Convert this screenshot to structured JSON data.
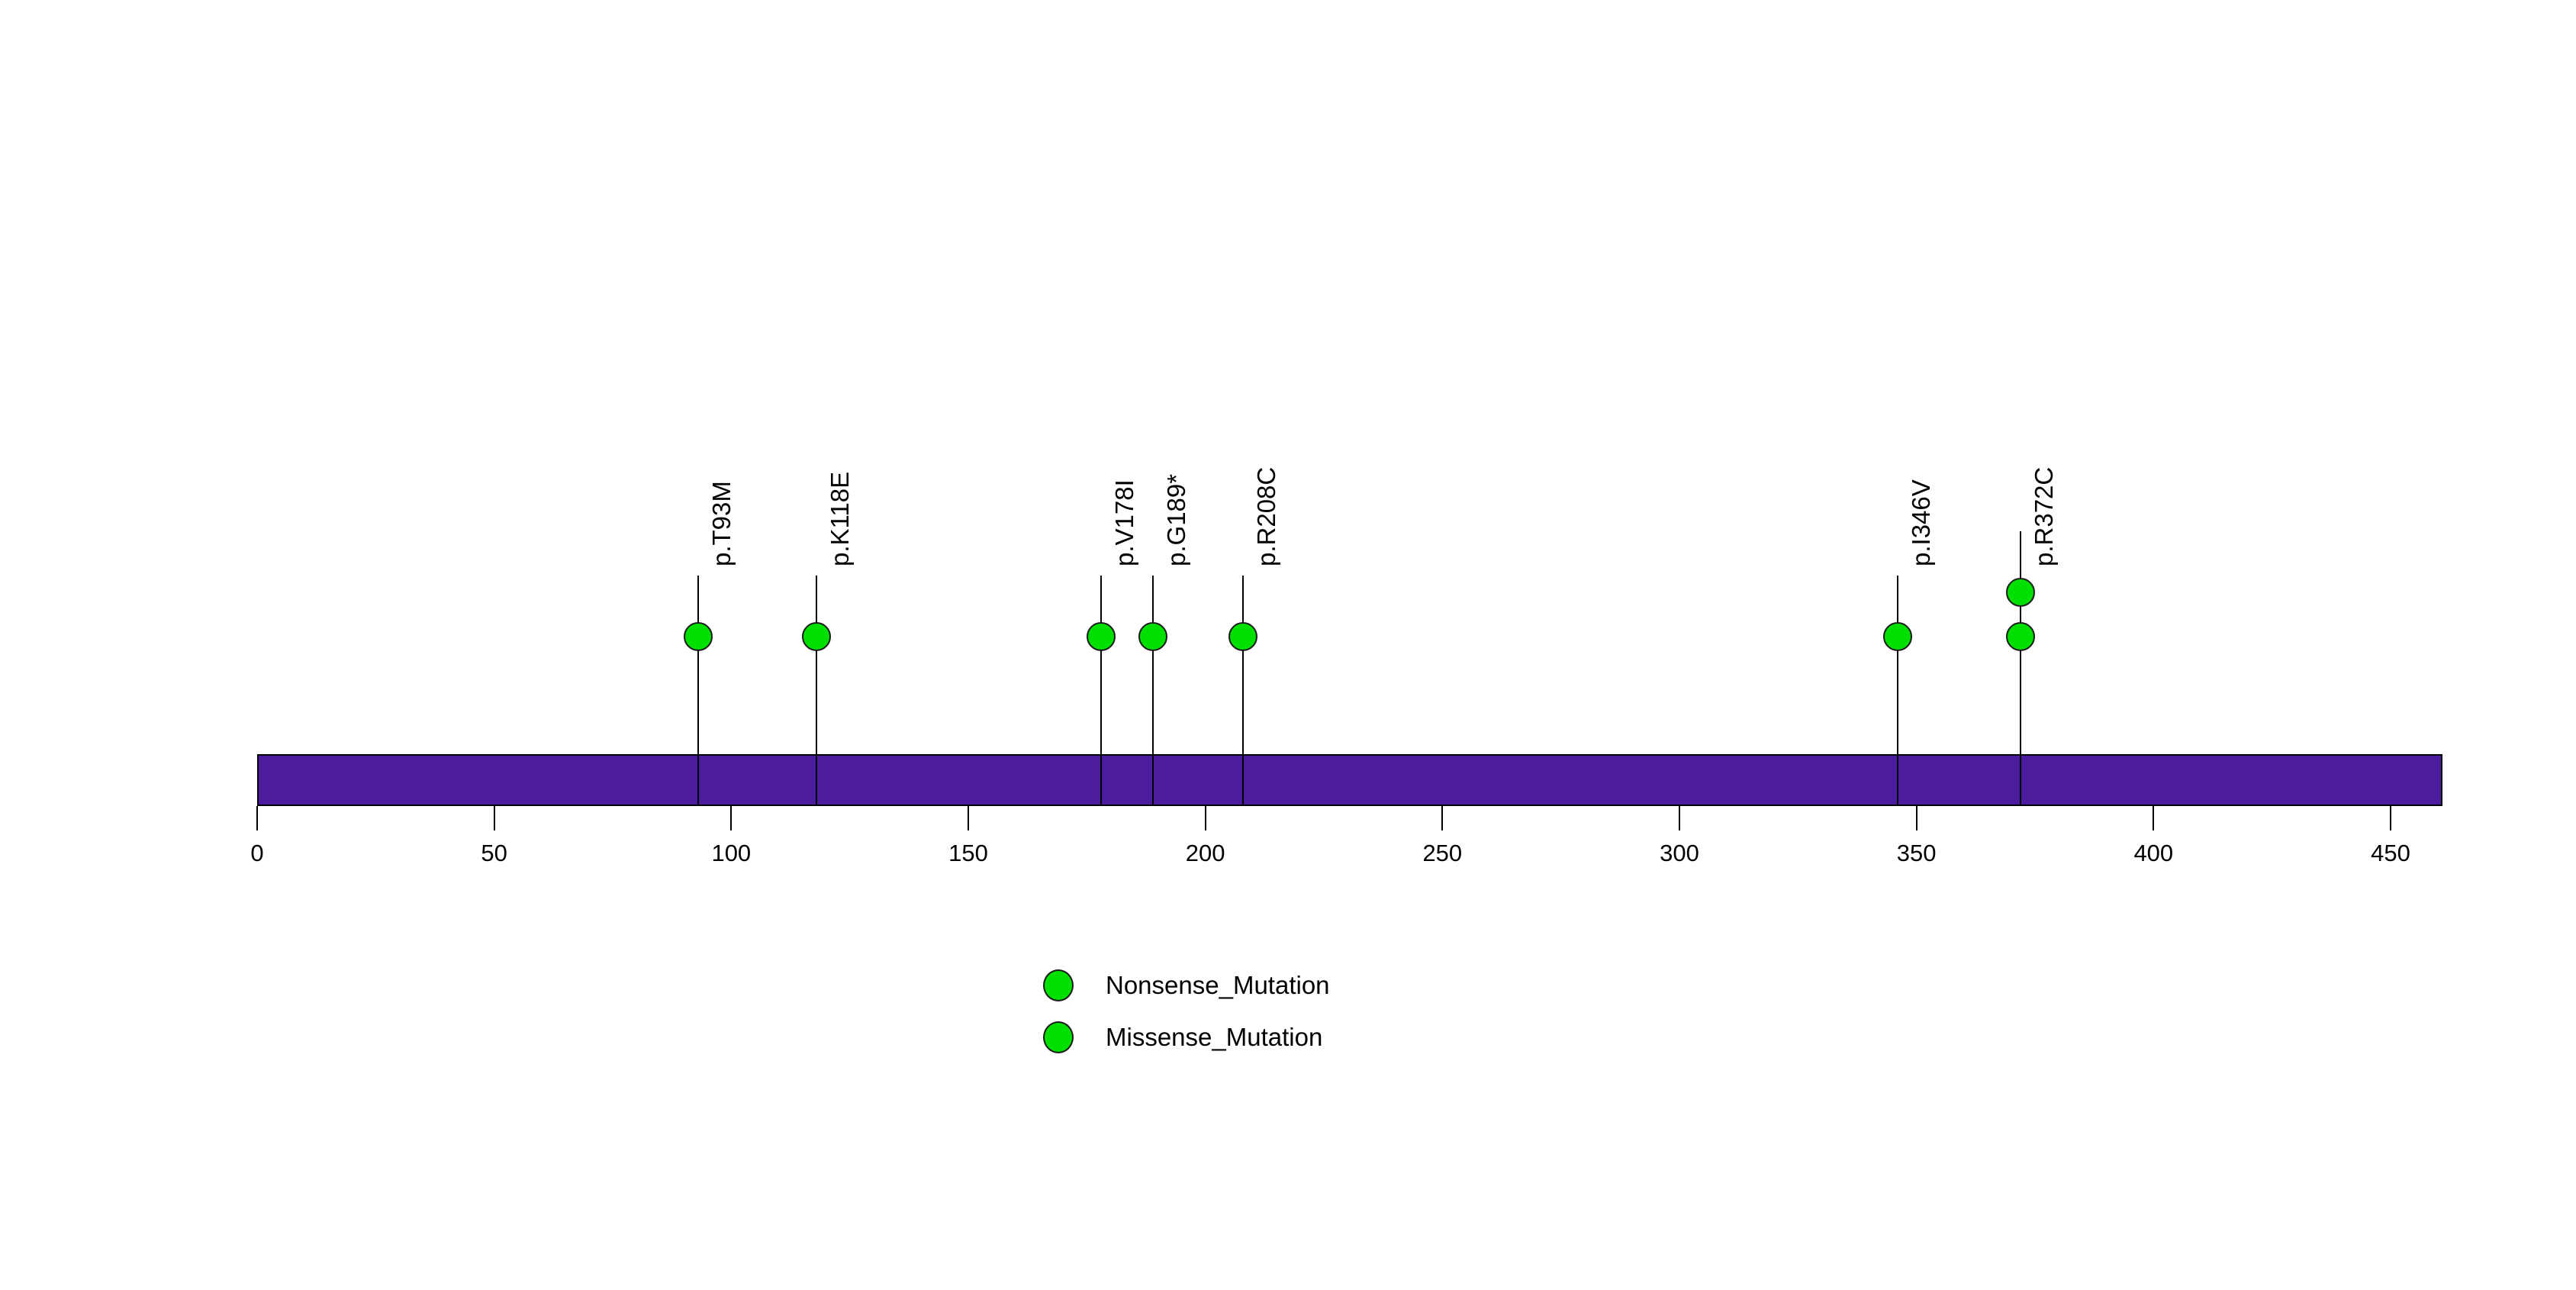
{
  "chart_data": {
    "type": "lollipop",
    "title": "",
    "xlabel": "",
    "ylabel": "",
    "xlim": [
      0,
      461
    ],
    "axis_ticks": [
      0,
      50,
      100,
      150,
      200,
      250,
      300,
      350,
      400,
      450
    ],
    "axis_tick_labels": [
      "0",
      "50",
      "100",
      "150",
      "200",
      "250",
      "300",
      "350",
      "400",
      "450"
    ],
    "protein_length": 461,
    "protein_bar_color": "#4B1D9E",
    "marker_color": "#00E000",
    "marker_stroke": "#1a1a1a",
    "stem_color": "#000000",
    "grid": false,
    "mutations": [
      {
        "label": "p.T93M",
        "position": 93,
        "count": 1,
        "type": "Missense_Mutation"
      },
      {
        "label": "p.K118E",
        "position": 118,
        "count": 1,
        "type": "Missense_Mutation"
      },
      {
        "label": "p.V178I",
        "position": 178,
        "count": 1,
        "type": "Missense_Mutation"
      },
      {
        "label": "p.G189*",
        "position": 189,
        "count": 1,
        "type": "Nonsense_Mutation"
      },
      {
        "label": "p.R208C",
        "position": 208,
        "count": 1,
        "type": "Missense_Mutation"
      },
      {
        "label": "p.I346V",
        "position": 346,
        "count": 1,
        "type": "Missense_Mutation"
      },
      {
        "label": "p.R372C",
        "position": 372,
        "count": 2,
        "type": "Missense_Mutation"
      }
    ],
    "legend": {
      "position": "bottom-center",
      "entries": [
        {
          "label": "Nonsense_Mutation",
          "color": "#00E000"
        },
        {
          "label": "Missense_Mutation",
          "color": "#00E000"
        }
      ]
    }
  }
}
